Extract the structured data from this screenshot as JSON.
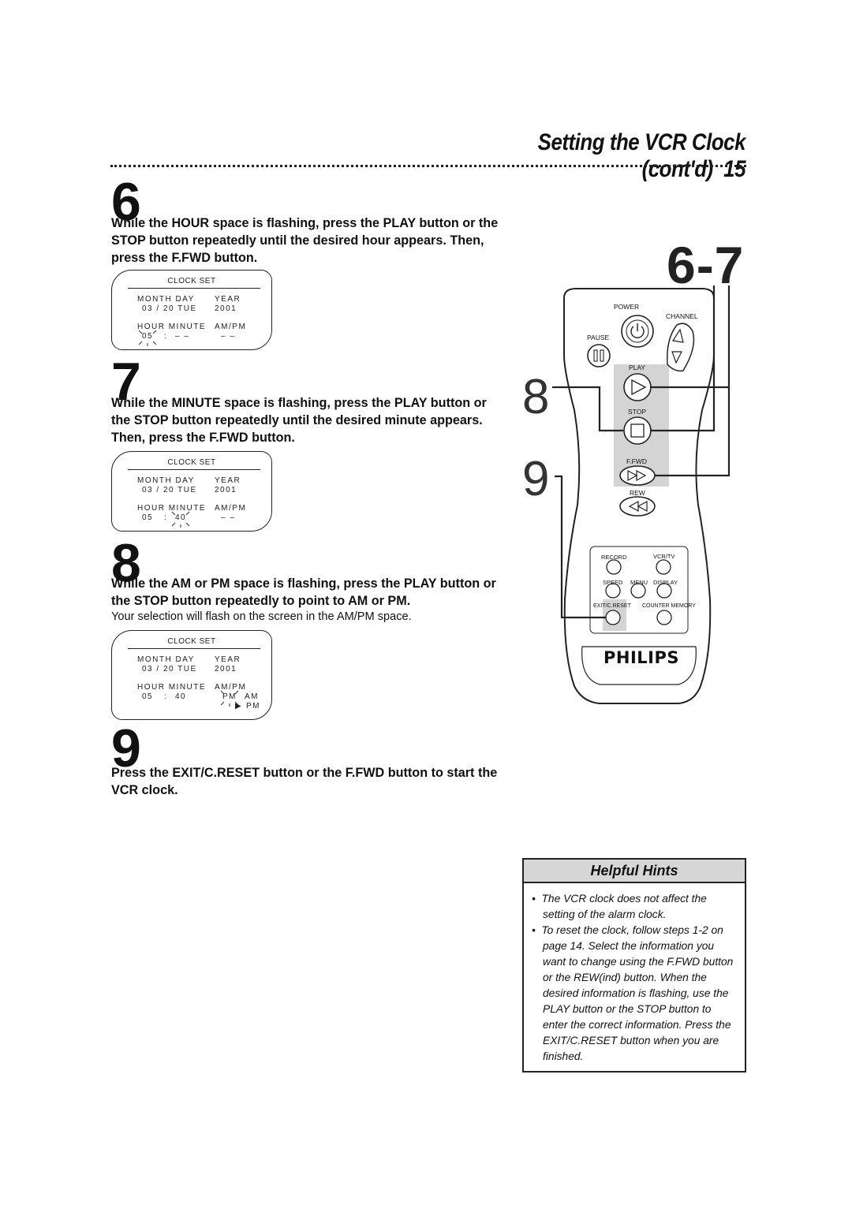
{
  "header": {
    "title": "Setting the VCR Clock (cont'd)",
    "page_number": "15"
  },
  "steps": [
    {
      "number": "6",
      "instruction": "While the HOUR space is flashing, press the PLAY button or the STOP button repeatedly until the desired hour appears. Then, press the F.FWD button.",
      "osd": {
        "title": "CLOCK SET",
        "date_label": "MONTH DAY",
        "year_label": "YEAR",
        "date": "03 / 20 TUE",
        "year": "2001",
        "time_label": "HOUR MINUTE",
        "ampm_label": "AM/PM",
        "hour": "05",
        "sep": ":",
        "minute": "– –",
        "ampm": "– –"
      }
    },
    {
      "number": "7",
      "instruction": "While the MINUTE space is flashing, press the PLAY button or the STOP button repeatedly until the desired minute appears. Then, press the F.FWD button.",
      "osd": {
        "title": "CLOCK SET",
        "date_label": "MONTH DAY",
        "year_label": "YEAR",
        "date": "03 / 20 TUE",
        "year": "2001",
        "time_label": "HOUR MINUTE",
        "ampm_label": "AM/PM",
        "hour": "05",
        "sep": ":",
        "minute": "40",
        "ampm": "– –"
      }
    },
    {
      "number": "8",
      "instruction": "While the AM or PM space is flashing, press the PLAY button or the STOP button repeatedly to point to AM or PM.",
      "note": "Your selection will flash on the screen in the AM/PM space.",
      "osd": {
        "title": "CLOCK SET",
        "date_label": "MONTH DAY",
        "year_label": "YEAR",
        "date": "03 / 20 TUE",
        "year": "2001",
        "time_label": "HOUR MINUTE",
        "ampm_label": "AM/PM",
        "hour": "05",
        "sep": ":",
        "minute": "40",
        "ampm": "PM",
        "am_option": "AM",
        "pm_option": "PM"
      }
    },
    {
      "number": "9",
      "instruction": "Press the EXIT/C.RESET button or the F.FWD button to start the VCR clock."
    }
  ],
  "remote": {
    "range_label": "6-7",
    "callout_8": "8",
    "callout_9": "9",
    "labels": {
      "power": "POWER",
      "channel": "CHANNEL",
      "pause": "PAUSE",
      "play": "PLAY",
      "stop": "STOP",
      "ffwd": "F.FWD",
      "rew": "REW",
      "record": "RECORD",
      "vcrtv": "VCR/TV",
      "speed": "SPEED",
      "menu": "MENU",
      "display": "DISPLAY",
      "exit": "EXIT/C.RESET",
      "counter": "COUNTER MEMORY"
    },
    "brand": "PHILIPS"
  },
  "hints": {
    "title": "Helpful Hints",
    "items": [
      "The VCR clock does not affect the setting of the alarm clock.",
      "To reset the clock, follow steps 1-2 on page 14. Select the information you want to change using the F.FWD button or the REW(ind) button. When the desired information is flashing, use the PLAY button or the STOP button to enter the correct information. Press the EXIT/C.RESET button when you are finished."
    ]
  }
}
